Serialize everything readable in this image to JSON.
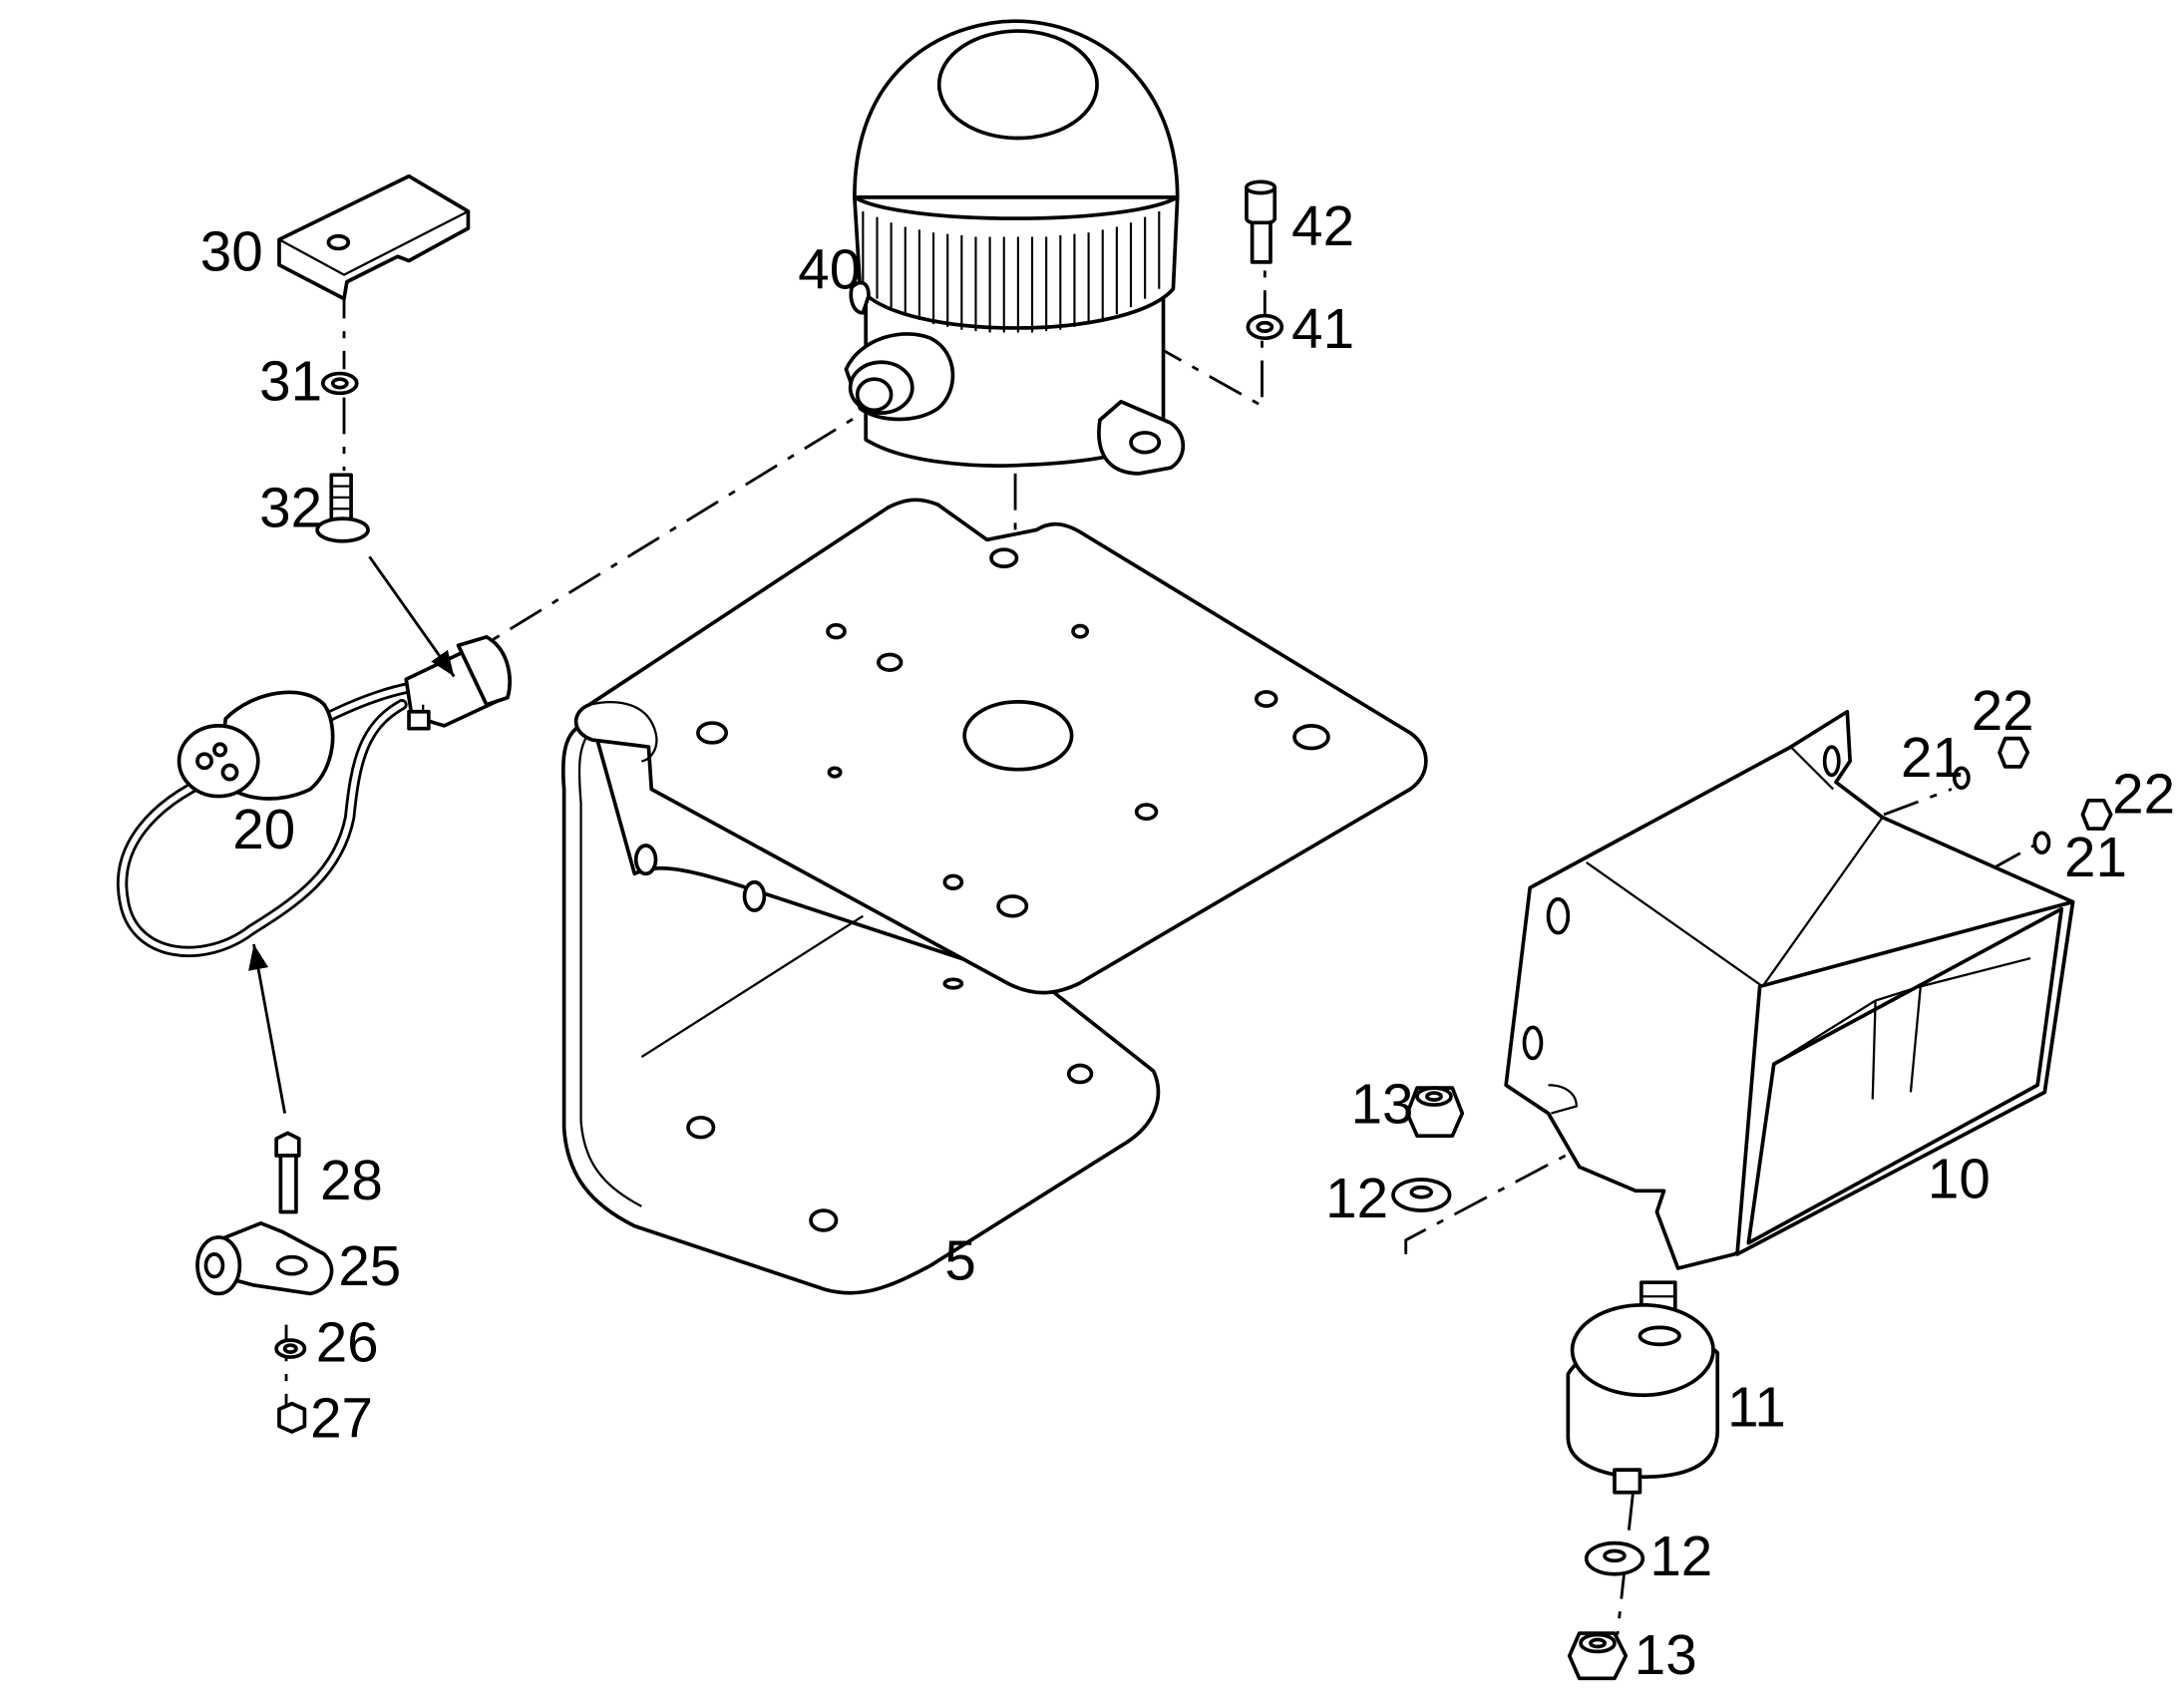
{
  "callouts": {
    "c5": "5",
    "c10": "10",
    "c11": "11",
    "c12a": "12",
    "c12b": "12",
    "c13a": "13",
    "c13b": "13",
    "c20": "20",
    "c21a": "21",
    "c21b": "21",
    "c22a": "22",
    "c22b": "22",
    "c25": "25",
    "c26": "26",
    "c27": "27",
    "c28": "28",
    "c30": "30",
    "c31": "31",
    "c32": "32",
    "c40": "40",
    "c41": "41",
    "c42": "42"
  },
  "colors": {
    "line": "#000000",
    "background": "#ffffff"
  }
}
